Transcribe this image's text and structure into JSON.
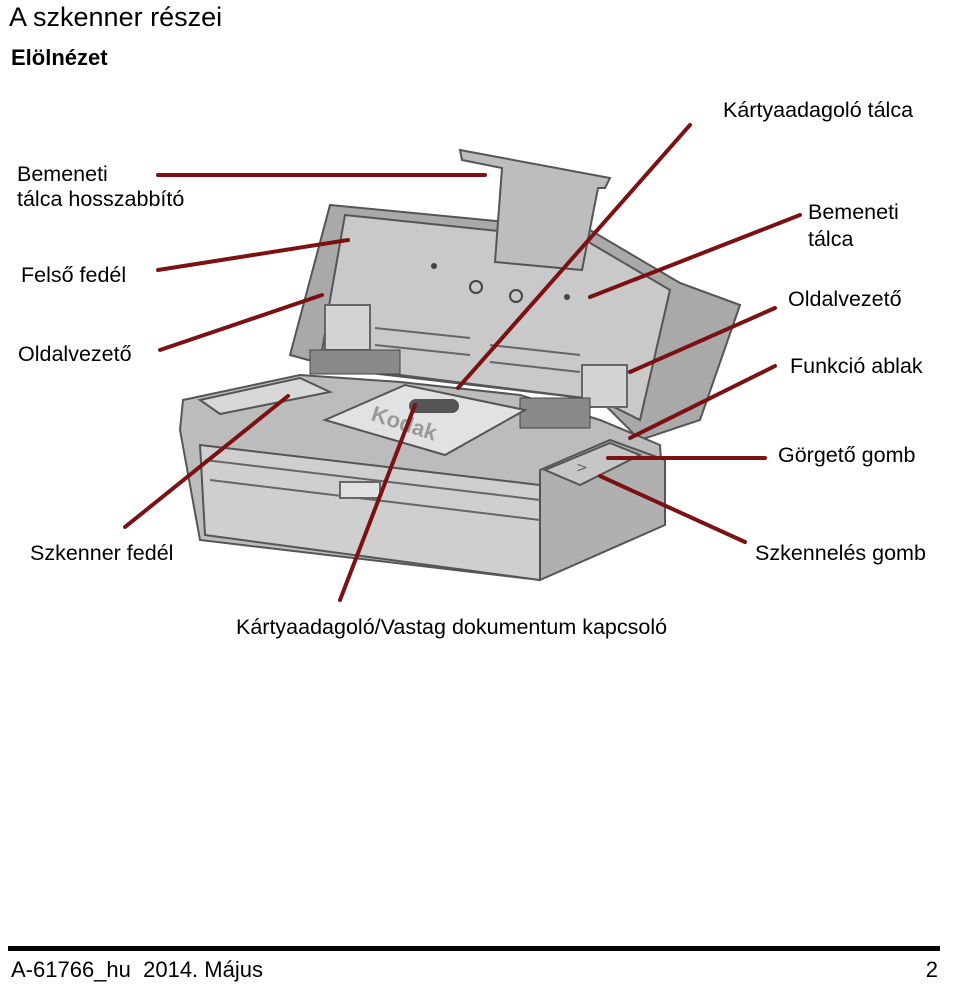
{
  "header": {
    "title": "A szkenner részei",
    "subtitle": "Elölnézet"
  },
  "labels": {
    "card_feeder_tray": "Kártyaadagoló tálca",
    "input_tray_extender_line1": "Bemeneti",
    "input_tray_extender_line2": "tálca hosszabbító",
    "top_cover": "Felső fedél",
    "side_guide_left": "Oldalvezető",
    "input_tray_line1": "Bemeneti",
    "input_tray_line2": "tálca",
    "side_guide_right": "Oldalvezető",
    "function_window": "Funkció ablak",
    "scroll_button": "Görgető gomb",
    "scanner_cover": "Szkenner fedél",
    "scan_button": "Szkennelés gomb",
    "card_feeder_switch": "Kártyaadagoló/Vastag dokumentum kapcsoló"
  },
  "device": {
    "brand": "Kodak",
    "leader_color": "#7b1113"
  },
  "footer": {
    "doc_id": "A-61766_hu  2014. Május",
    "page_number": "2"
  }
}
